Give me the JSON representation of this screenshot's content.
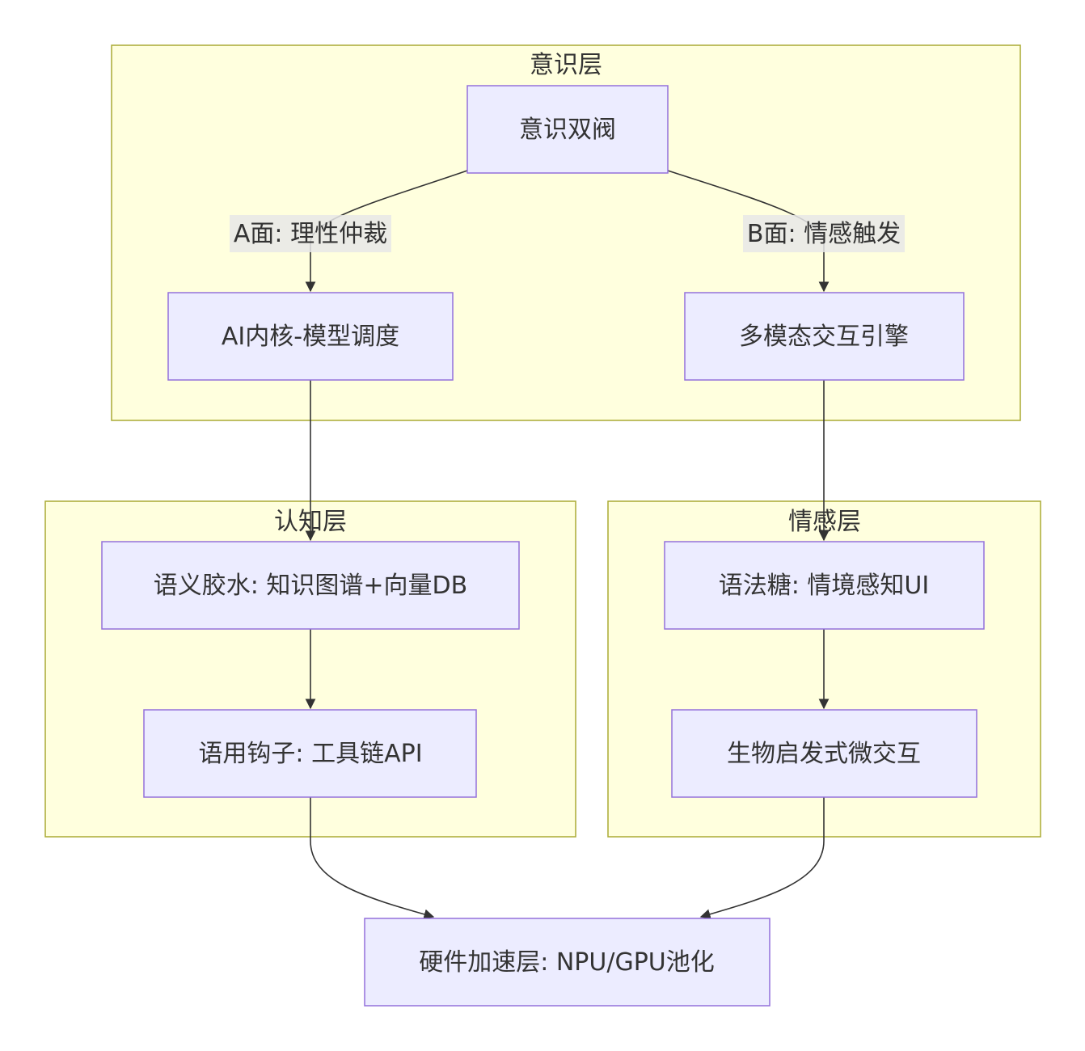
{
  "clusters": {
    "consciousness": {
      "title": "意识层"
    },
    "cognition": {
      "title": "认知层"
    },
    "emotion": {
      "title": "情感层"
    }
  },
  "nodes": {
    "dual_valve": "意识双阀",
    "ai_core": "AI内核-模型调度",
    "multimodal": "多模态交互引擎",
    "semantic_glue": "语义胶水: 知识图谱+向量DB",
    "pragmatic_hook": "语用钩子: 工具链API",
    "syntax_sugar": "语法糖: 情境感知UI",
    "bio_micro": "生物启发式微交互",
    "hardware": "硬件加速层: NPU/GPU池化"
  },
  "edges": {
    "a_face": "A面: 理性仲裁",
    "b_face": "B面: 情感触发"
  },
  "colors": {
    "cluster_fill": "#ffffde",
    "cluster_stroke": "#aaaa33",
    "node_fill": "#ececff",
    "node_stroke": "#9370db",
    "edge": "#333333"
  }
}
